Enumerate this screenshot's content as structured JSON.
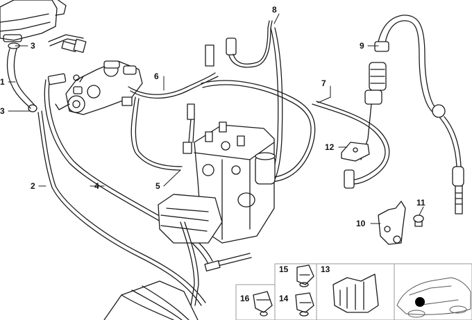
{
  "callouts": {
    "c1": "1",
    "c2": "2",
    "c3a": "3",
    "c3b": "3",
    "c4": "4",
    "c5": "5",
    "c6": "6",
    "c7": "7",
    "c8": "8",
    "c9": "9",
    "c10": "10",
    "c11": "11",
    "c12": "12",
    "c13": "13",
    "c14": "14",
    "c15": "15",
    "c16": "16"
  },
  "colors": {
    "line": "#1a1a1a",
    "panel_bg": "#ffffff",
    "panel_border": "#9a9a9a",
    "location_dot": "#000000"
  },
  "icons": {
    "car_outline": "car-silhouette-icon",
    "location_marker": "location-dot-icon"
  }
}
